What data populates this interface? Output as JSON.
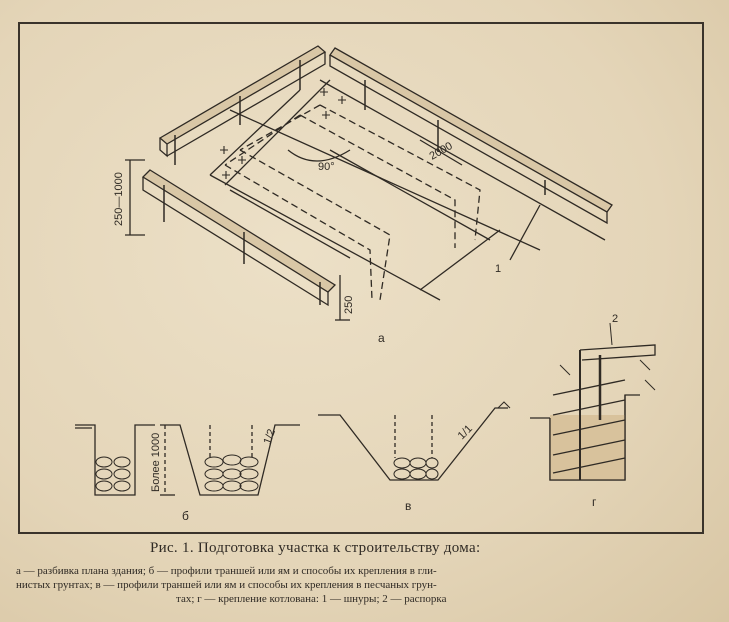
{
  "figure": {
    "panel_labels": {
      "a": "а",
      "b": "б",
      "v": "в",
      "g": "г"
    },
    "dimensions": {
      "depth_range": "250—1000",
      "board_height": "250",
      "angle": "90°",
      "spacing": "2000",
      "depth_min": "Более 1000",
      "slope": "1/2",
      "slope_v": "1/1"
    },
    "callouts": {
      "cords": "1",
      "strut": "2"
    }
  },
  "caption": {
    "title": "Рис. 1. Подготовка участка к строительству дома:",
    "line1": "а — разбивка плана здания; б — профили траншей или ям и способы их крепления в гли-",
    "line2": "нистых грунтах; в — профили траншей или ям и способы их крепления в песчаных грун-",
    "line3": "тах; г — крепление котлована: 1 — шнуры; 2 — распорка"
  }
}
